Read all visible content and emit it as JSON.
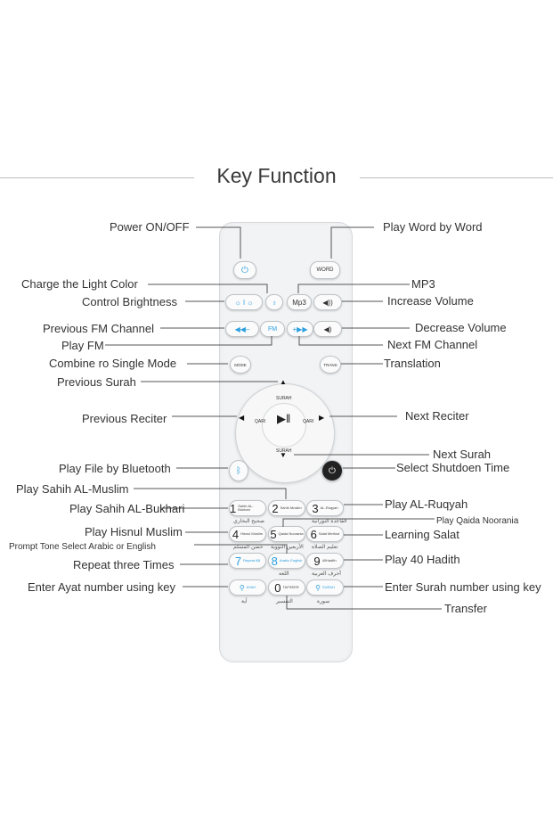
{
  "title": "Key Function",
  "labels_left": {
    "power": "Power ON/OFF",
    "light_color": "Charge the Light Color",
    "brightness": "Control Brightness",
    "prev_fm": "Previous FM Channel",
    "play_fm": "Play FM",
    "combine_mode": "Combine ro Single Mode",
    "prev_surah": "Previous Surah",
    "prev_reciter": "Previous Reciter",
    "bluetooth": "Play File by Bluetooth",
    "sahih_muslim": "Play Sahih AL-Muslim",
    "sahih_bukhari": "Play Sahih AL-Bukhari",
    "hisnul_muslim": "Play Hisnul Muslim",
    "prompt_tone": "Prompt Tone Select Arabic or English",
    "repeat": "Repeat three Times",
    "ayat": "Enter Ayat number using key"
  },
  "labels_right": {
    "word_by_word": "Play Word by Word",
    "mp3": "MP3",
    "increase_volume": "Increase Volume",
    "decrease_volume": "Decrease Volume",
    "next_fm": "Next FM Channel",
    "translation": "Translation",
    "next_reciter": "Next Reciter",
    "next_surah": "Next Surah",
    "shutdown": "Select Shutdoen Time",
    "ruqyah": "Play AL-Ruqyah",
    "qaida": "Play Qaida Noorania",
    "salat": "Learning Salat",
    "hadith": "Play 40 Hadith",
    "surah_number": "Enter Surah number using key",
    "transfer": "Transfer"
  },
  "remote": {
    "word": "WORD",
    "mp3": "Mp3",
    "fm": "FM",
    "mode": "MODE",
    "trans": "TRANS",
    "surah_top": "SURAH",
    "surah_bottom": "SURAH",
    "qari_left": "QARI",
    "qari_right": "QARI",
    "keys": [
      {
        "num": "1",
        "sub": "Sahih AL-Bukhari"
      },
      {
        "num": "2",
        "sub": "Sahih Muslim"
      },
      {
        "num": "3",
        "sub": "AL-Ruqyah"
      },
      {
        "num": "4",
        "sub": "Hisnul Muslim"
      },
      {
        "num": "5",
        "sub": "Qaida Noorania"
      },
      {
        "num": "6",
        "sub": "Salat Method"
      },
      {
        "num": "7",
        "sub": "Repeat AB"
      },
      {
        "num": "8",
        "sub": "Arabic English"
      },
      {
        "num": "9",
        "sub": "40Hadith"
      },
      {
        "num": "",
        "sub": "AYAH"
      },
      {
        "num": "0",
        "sub": "TAFSEER"
      },
      {
        "num": "",
        "sub": "SURAH"
      }
    ],
    "arabic": {
      "a1": "صحيح البخاري",
      "a2": "تعليم الصلاة",
      "a3": "حصن المسلم",
      "a4": "الأربعين النووية",
      "a5": "اللغة",
      "a6": "التفسير",
      "a7": "آية",
      "a8": "سورة",
      "a9": "أحرف العربية",
      "a10": "القاعدة النورانية"
    }
  },
  "colors": {
    "accent": "#2b9fe0",
    "line": "#555555"
  }
}
